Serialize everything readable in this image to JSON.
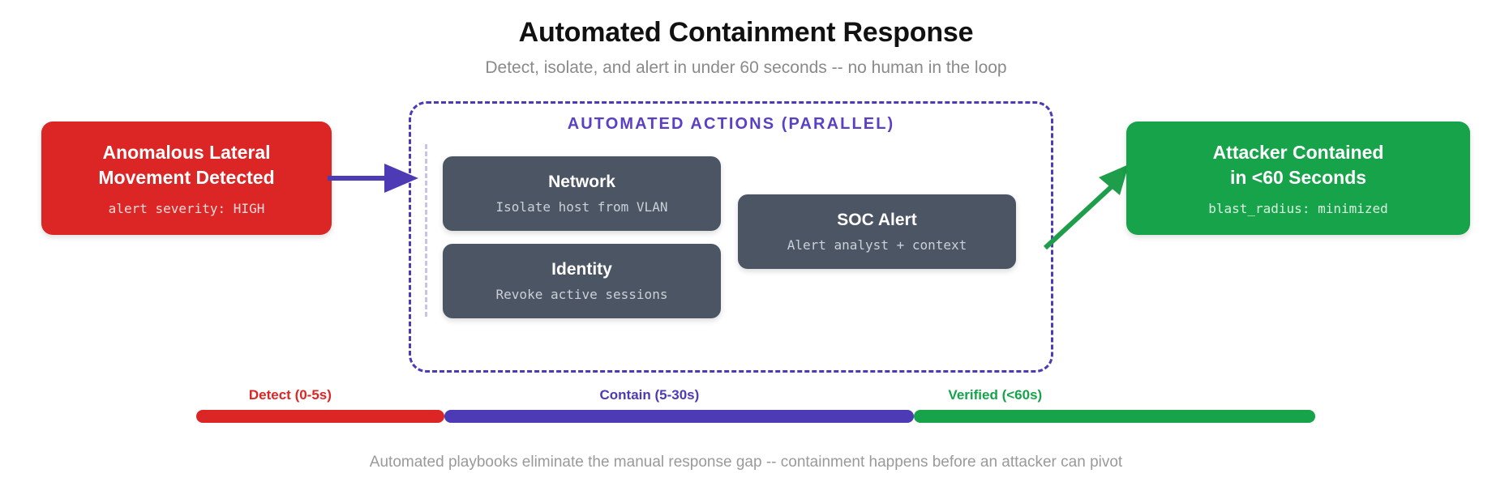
{
  "header": {
    "title": "Automated Containment Response",
    "subtitle": "Detect, isolate, and alert in under 60 seconds -- no human in the loop"
  },
  "trigger": {
    "title": "Anomalous Lateral\nMovement Detected",
    "meta": "alert severity: HIGH",
    "color": "#DC2626"
  },
  "parallel": {
    "heading": "AUTOMATED ACTIONS (PARALLEL)",
    "border_color": "#4C3BB5",
    "spine_color": "#C9C3E8",
    "actions": [
      {
        "title": "Network",
        "desc": "Isolate host from VLAN"
      },
      {
        "title": "SOC Alert",
        "desc": "Alert analyst + context"
      },
      {
        "title": "Identity",
        "desc": "Revoke active sessions"
      }
    ],
    "card_color": "#4B5563"
  },
  "outcome": {
    "title": "Attacker Contained\nin <60 Seconds",
    "meta": "blast_radius: minimized",
    "color": "#16A34A"
  },
  "connectors": {
    "in_arrow_color": "#4C3BB5",
    "out_arrow_color": "#1E9E4A"
  },
  "timeline": {
    "segments": [
      {
        "label": "Detect (0-5s)",
        "color": "#DC2626",
        "start_pct": 0.0,
        "width_pct": 22.2,
        "label_center_pct": 8.4
      },
      {
        "label": "Contain (5-30s)",
        "color": "#4C3BB5",
        "start_pct": 22.2,
        "width_pct": 41.9,
        "label_center_pct": 40.5
      },
      {
        "label": "Verified (<60s)",
        "color": "#16A34A",
        "start_pct": 64.1,
        "width_pct": 35.9,
        "label_center_pct": 71.4
      }
    ]
  },
  "footer": {
    "note": "Automated playbooks eliminate the manual response gap -- containment happens before an attacker can pivot"
  }
}
